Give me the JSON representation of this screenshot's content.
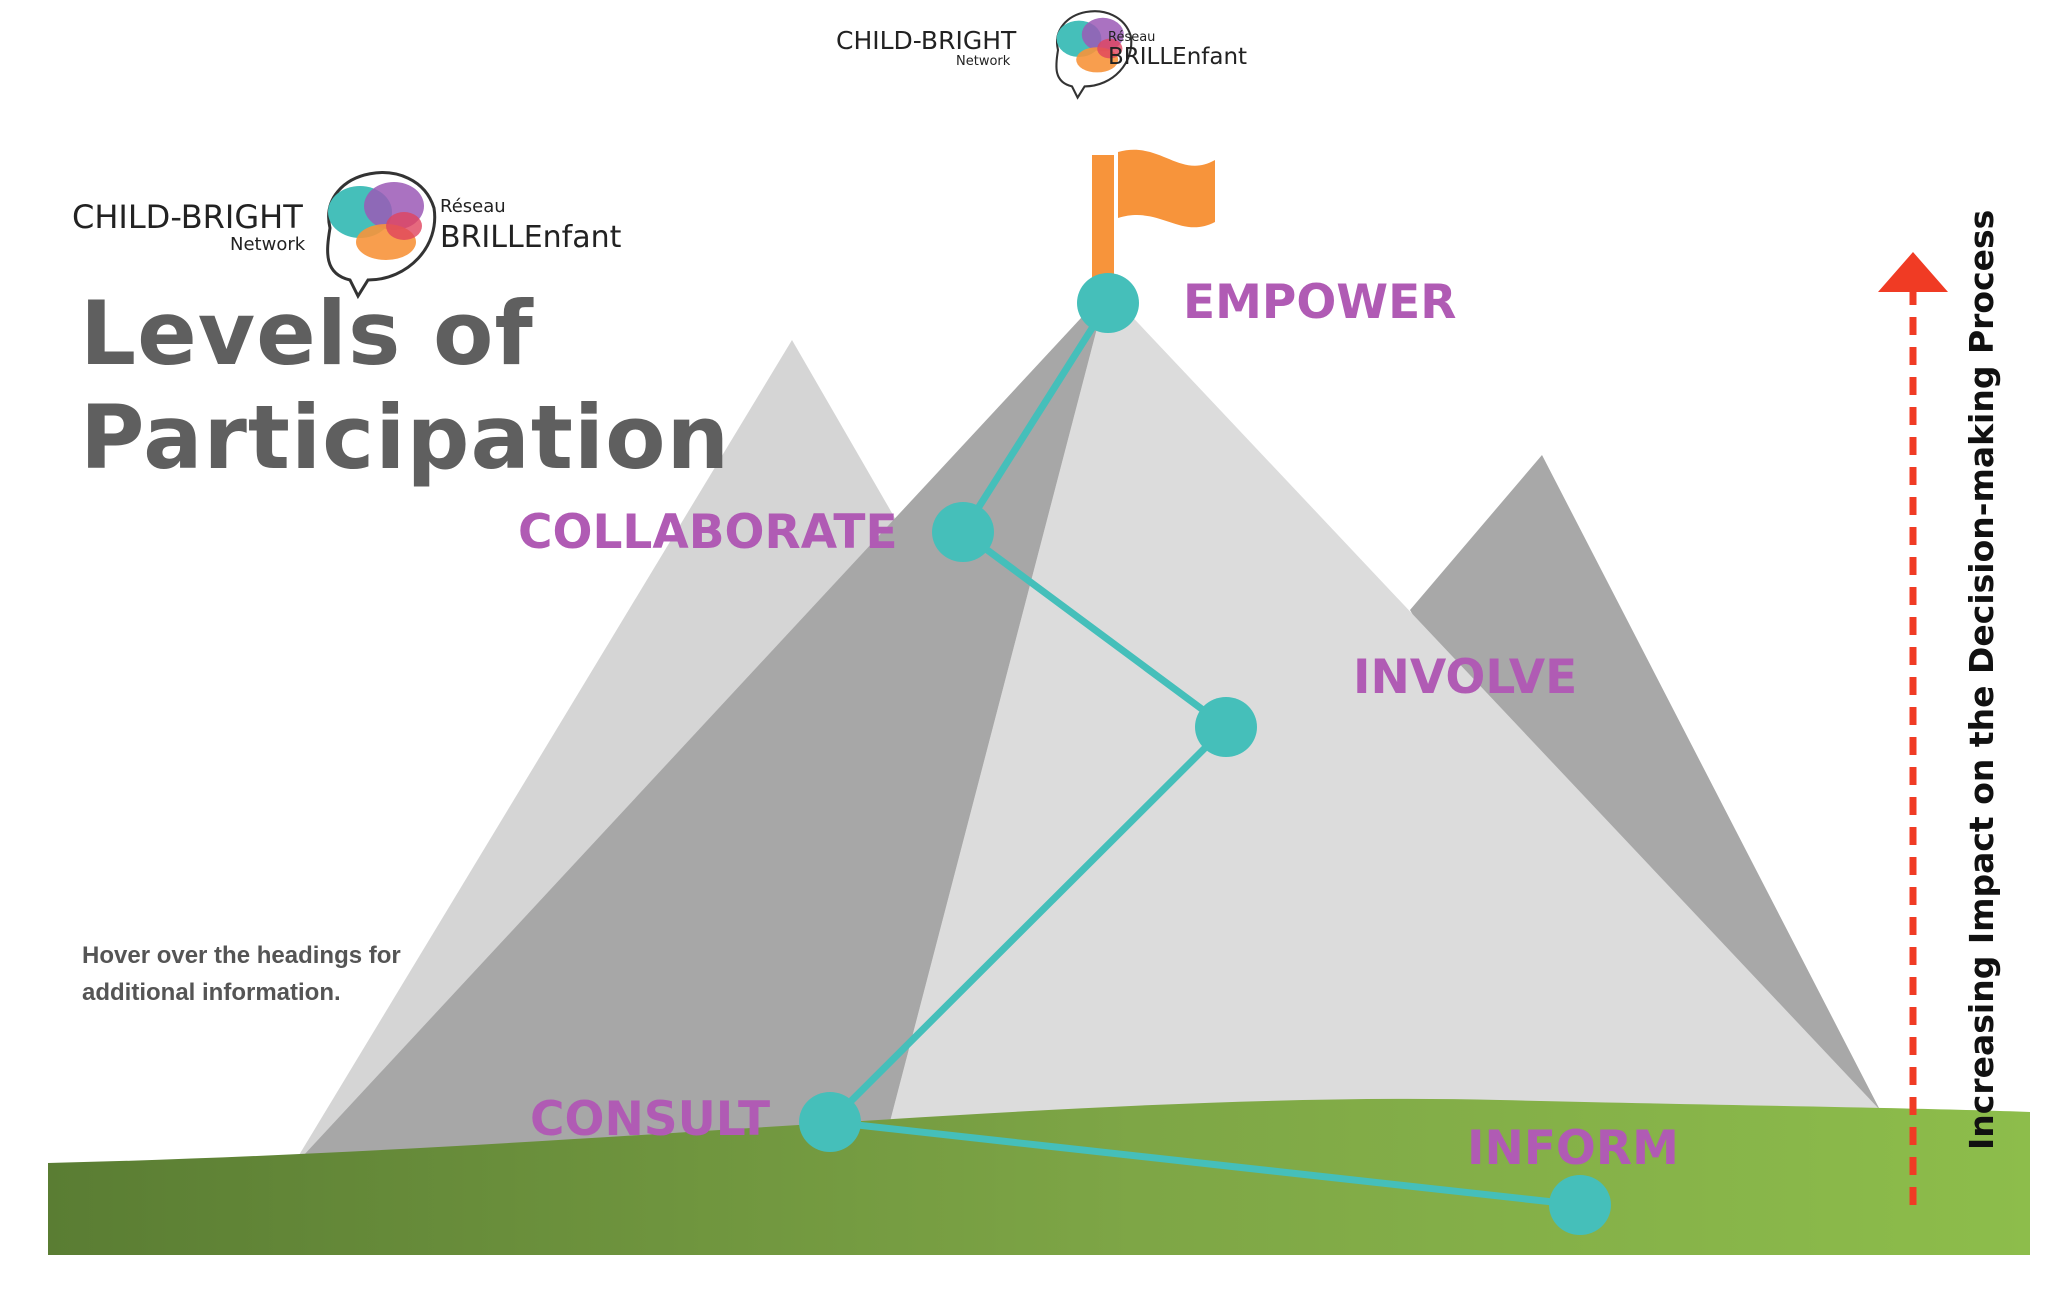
{
  "logo_top": {
    "name_left": "CHILD-BRIGHT",
    "sub_left": "Network",
    "name_right_small": "Réseau",
    "name_right": "BRILLEnfant"
  },
  "logo_main": {
    "name_left": "CHILD-BRIGHT",
    "sub_left": "Network",
    "name_right_small": "Réseau",
    "name_right": "BRILLEnfant"
  },
  "title": {
    "line1": "Levels of",
    "line2": "Participation"
  },
  "hint": {
    "line1": "Hover over the headings for",
    "line2": "additional information."
  },
  "levels": [
    {
      "label": "EMPOWER"
    },
    {
      "label": "COLLABORATE"
    },
    {
      "label": "INVOLVE"
    },
    {
      "label": "CONSULT"
    },
    {
      "label": "INFORM"
    }
  ],
  "axis": {
    "label": "Increasing Impact on the  Decision-making Process"
  },
  "colors": {
    "heading": "#b05bb4",
    "node": "#45bfba",
    "flag": "#f7943b",
    "arrow": "#f03b24",
    "grass_dark": "#5a7d33",
    "grass_light": "#8dbd4b",
    "mountain_light": "#dadada",
    "mountain_dark": "#a6a6a6"
  }
}
